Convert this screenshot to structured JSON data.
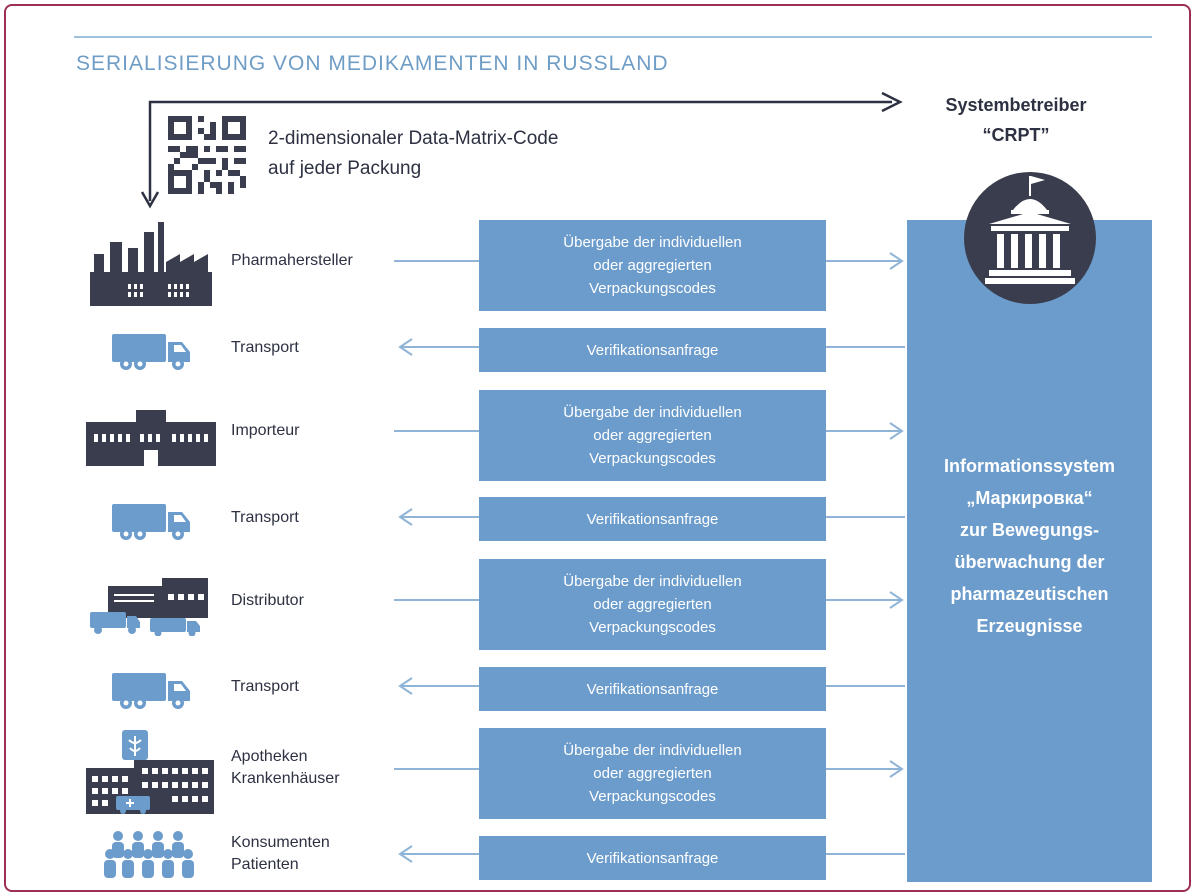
{
  "title": "SERIALISIERUNG VON MEDIKAMENTEN IN RUSSLAND",
  "code_label_lines": [
    "2-dimensionaler Data-Matrix-Code",
    "auf jeder Packung"
  ],
  "operator": {
    "name": "Systembetreiber",
    "short": "“CRPT”"
  },
  "system_lines": [
    "Informationssystem",
    "„Маркировка“",
    "zur Bewegungs-",
    "überwachung der",
    "pharmazeutischen",
    "Erzeugnisse"
  ],
  "handover_lines": [
    "Übergabe der individuellen",
    "oder aggregierten",
    "Verpackungscodes"
  ],
  "verification_label": "Verifikationsanfrage",
  "nodes": [
    {
      "icon": "factory-icon",
      "label": "Pharmahersteller"
    },
    {
      "icon": "truck-icon",
      "label": "Transport"
    },
    {
      "icon": "warehouse-icon",
      "label": "Importeur"
    },
    {
      "icon": "truck-icon",
      "label": "Transport"
    },
    {
      "icon": "distribution-center-icon",
      "label": "Distributor"
    },
    {
      "icon": "truck-icon",
      "label": "Transport"
    },
    {
      "icon": "pharmacy-hospital-icon",
      "label": "Apotheken",
      "label2": "Krankenhäuser"
    },
    {
      "icon": "people-icon",
      "label": "Konsumenten",
      "label2": "Patienten"
    }
  ],
  "colors": {
    "border": "#9c2f52",
    "accent": "#6c9ccb",
    "dark": "#2d3142",
    "title": "#6f9dc6"
  }
}
